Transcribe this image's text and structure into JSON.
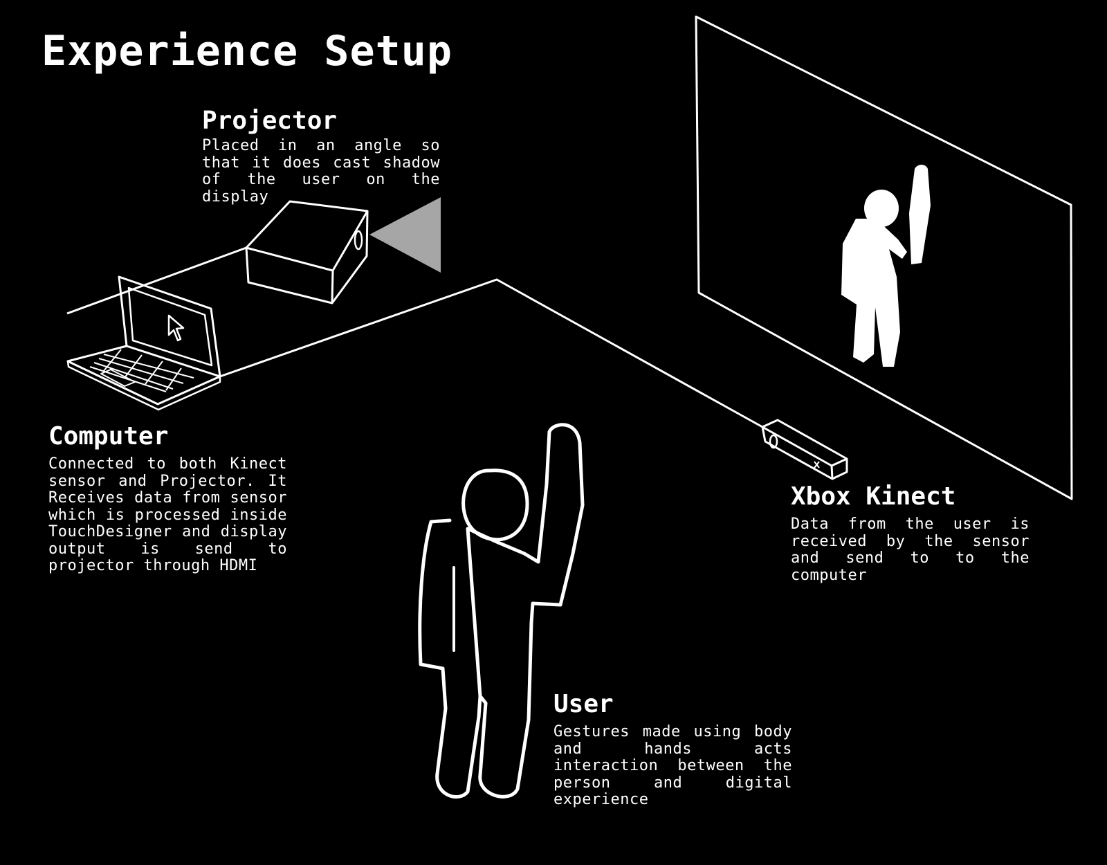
{
  "title": "Experience Setup",
  "colors": {
    "background": "#000000",
    "ink": "#ffffff",
    "projector_beam": "#a6a6a6"
  },
  "projector": {
    "title": "Projector",
    "description": "Placed in an angle so that it does cast shadow of the user on the display"
  },
  "computer": {
    "title": "Computer",
    "description": "Connected to both Kinect sensor and Projector. It Receives data from sensor which is processed inside TouchDesigner and display output is send to projector through HDMI"
  },
  "kinect": {
    "title": "Xbox Kinect",
    "description": "Data from the user is received by the sensor and send to to the computer"
  },
  "user": {
    "title": "User",
    "description": "Gestures made using body and hands acts interaction between the person and digital experience"
  },
  "icons": [
    "laptop-icon",
    "projector-icon",
    "kinect-sensor-icon",
    "user-figure-icon",
    "display-screen-icon",
    "user-shadow-icon",
    "cursor-icon"
  ]
}
